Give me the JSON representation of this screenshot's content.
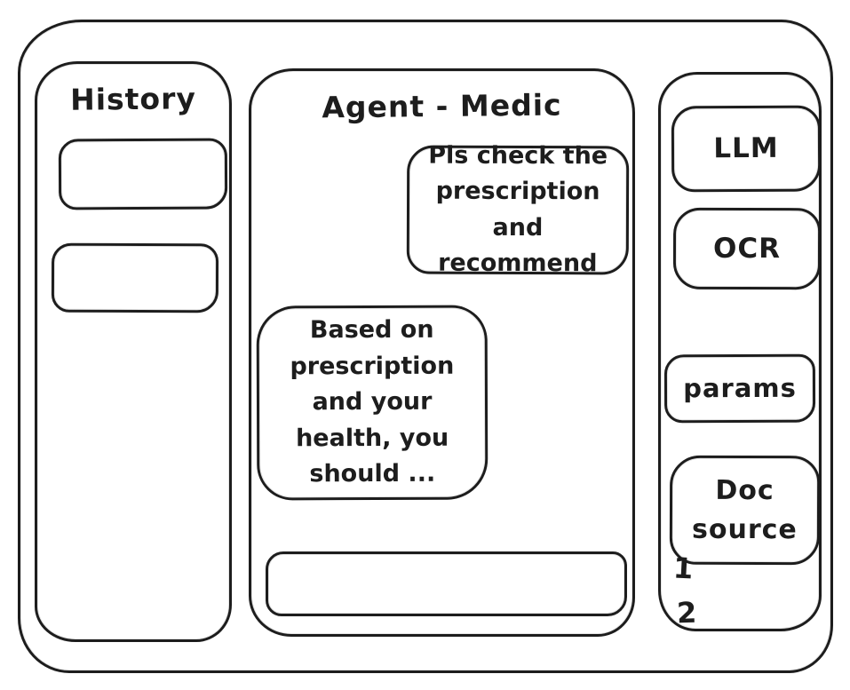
{
  "window": {
    "background": "#ffffff",
    "stroke_color": "#1d1d1d"
  },
  "history_sidebar": {
    "title": "History",
    "items": [
      {
        "label": ""
      },
      {
        "label": ""
      }
    ]
  },
  "chat_panel": {
    "title": "Agent - Medic",
    "messages": [
      {
        "role": "user",
        "text": "Pls check the\nprescription\nand recommend"
      },
      {
        "role": "assistant",
        "text": "Based on\nprescription\nand your\nhealth, you\nshould ..."
      }
    ],
    "input": {
      "value": "",
      "placeholder": ""
    }
  },
  "tools_sidebar": {
    "llm_label": "LLM",
    "ocr_label": "OCR",
    "params_label": "params",
    "doc_source_label": "Doc\nsource",
    "doc_source_items": [
      "1",
      "2"
    ]
  }
}
